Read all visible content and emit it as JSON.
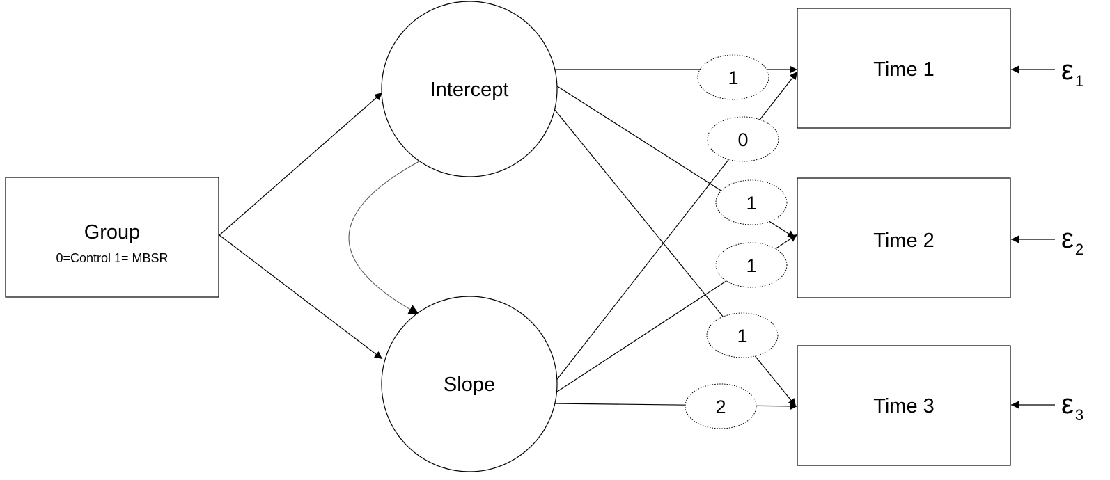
{
  "nodes": {
    "group": {
      "label": "Group",
      "sublabel": "0=Control 1= MBSR"
    },
    "intercept": {
      "label": "Intercept"
    },
    "slope": {
      "label": "Slope"
    },
    "time1": {
      "label": "Time 1"
    },
    "time2": {
      "label": "Time 2"
    },
    "time3": {
      "label": "Time 3"
    }
  },
  "loadings": {
    "intercept_time1": "1",
    "slope_time1": "0",
    "intercept_time2": "1",
    "slope_time2": "1",
    "intercept_time3": "1",
    "slope_time3": "2"
  },
  "errors": [
    {
      "symbol": "ε",
      "subscript": "1"
    },
    {
      "symbol": "ε",
      "subscript": "2"
    },
    {
      "symbol": "ε",
      "subscript": "3"
    }
  ]
}
